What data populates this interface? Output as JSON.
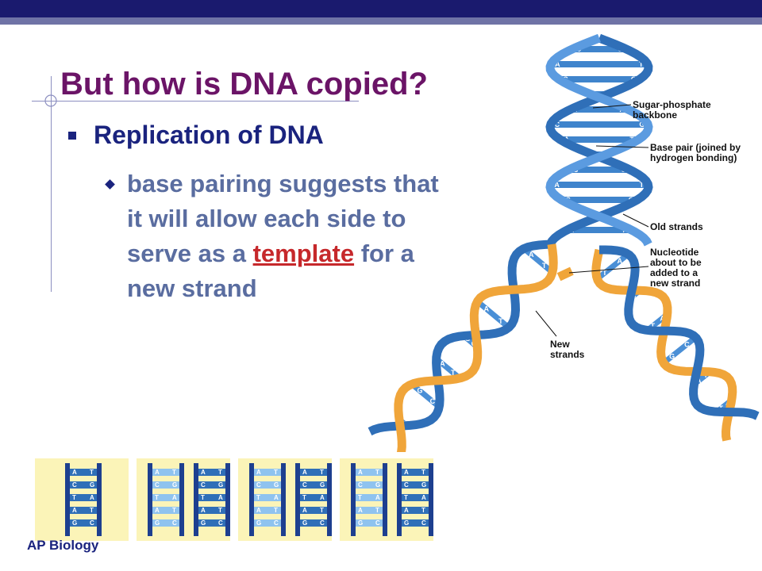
{
  "slide": {
    "title": "But how is DNA copied?",
    "bullet_1": "Replication of DNA",
    "bullet_2_prefix": "base pairing suggests that it will allow each side to serve as a ",
    "bullet_2_link": "template",
    "bullet_2_suffix": " for a new strand",
    "footer": "AP Biology"
  },
  "diagram": {
    "labels": {
      "backbone": [
        "Sugar-phosphate",
        "backbone"
      ],
      "base_pair": [
        "Base pair (joined by",
        "hydrogen bonding)"
      ],
      "old_strands": [
        "Old strands"
      ],
      "nucleotide": [
        "Nucleotide",
        "about to be",
        "added to a",
        "new strand"
      ],
      "new_strands": [
        "New",
        "strands"
      ]
    },
    "helix_pairs": [
      [
        "C",
        "G"
      ],
      [
        "A",
        "T"
      ],
      [
        "C",
        "G"
      ],
      [
        "C",
        "G"
      ],
      [
        "T",
        "A"
      ],
      [
        "C",
        "G"
      ],
      [
        "A",
        "T"
      ],
      [
        "T",
        "A"
      ],
      [
        "G",
        "C"
      ],
      [
        "A",
        "T"
      ],
      [
        "C",
        "G"
      ],
      [
        "A",
        "T"
      ],
      [
        "T",
        "A"
      ]
    ],
    "left_fork_pairs": [
      [
        "A",
        "T"
      ],
      [
        "C",
        "G"
      ],
      [
        "T",
        "A"
      ],
      [
        "G",
        "C"
      ],
      [
        "A",
        "T"
      ],
      [
        "C",
        "G"
      ],
      [
        "T",
        "A"
      ]
    ],
    "right_fork_pairs": [
      [
        "T",
        "A"
      ],
      [
        "C",
        "G"
      ],
      [
        "A",
        "T"
      ],
      [
        "G",
        "C"
      ],
      [
        "T",
        "A"
      ],
      [
        "A",
        "T"
      ]
    ],
    "colors": {
      "old_strand": "#2f6fb8",
      "new_strand": "#f0a53a",
      "panel_bg": "#fbf4b8",
      "title": "#6b1467"
    }
  },
  "panels": [
    {
      "left": [
        "A",
        "C",
        "T",
        "A",
        "G"
      ],
      "right": [
        "T",
        "G",
        "A",
        "T",
        "C"
      ]
    },
    {
      "left": [
        "A",
        "C",
        "T",
        "A",
        "G"
      ],
      "right": [
        "T",
        "G",
        "A",
        "T",
        "C"
      ]
    },
    {
      "left": [
        "A",
        "C",
        "T",
        "A",
        "G"
      ],
      "right": [
        "T",
        "G",
        "A",
        "T",
        "C"
      ]
    },
    {
      "left": [
        "A",
        "C",
        "T",
        "A",
        "G"
      ],
      "right": [
        "T",
        "G",
        "A",
        "T",
        "C"
      ]
    }
  ]
}
